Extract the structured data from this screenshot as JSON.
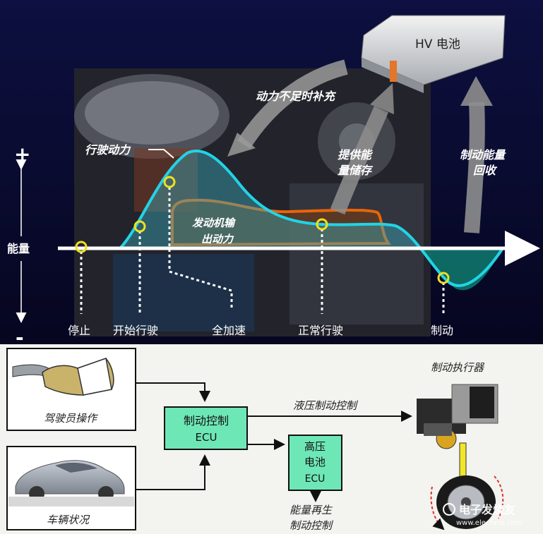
{
  "top": {
    "energy_plus": "+",
    "energy_minus": "-",
    "energy_label": "能量",
    "hv_battery": "HV 电池",
    "insufficient_power": "动力不足时补充",
    "provide_storage_line1": "提供能",
    "provide_storage_line2": "量储存",
    "braking_recovery_line1": "制动能量",
    "braking_recovery_line2": "回收",
    "driving_power": "行驶动力",
    "engine_output_line1": "发动机输",
    "engine_output_line2": "出动力",
    "phases": [
      "停止",
      "开始行驶",
      "全加速",
      "正常行驶",
      "制动"
    ],
    "colors": {
      "background": "#0b0b3a",
      "drive_curve": "#22d3e6",
      "engine_curve": "#e8650a",
      "marker": "#f0e020"
    }
  },
  "bottom": {
    "driver_operation": "驾驶员操作",
    "vehicle_status": "车辆状况",
    "brake_ecu_line1": "制动控制",
    "brake_ecu_line2": "ECU",
    "hv_ecu_line1": "高压",
    "hv_ecu_line2": "电池",
    "hv_ecu_line3": "ECU",
    "hydraulic_control": "液压制动控制",
    "regen_line1": "能量再生",
    "regen_line2": "制动控制",
    "actuator": "制动执行器",
    "watermark": "电子发烧友",
    "watermark_url": "www.elecfans.com",
    "colors": {
      "background": "#f3f3ef",
      "ecu_fill": "#6ee7b7"
    }
  }
}
